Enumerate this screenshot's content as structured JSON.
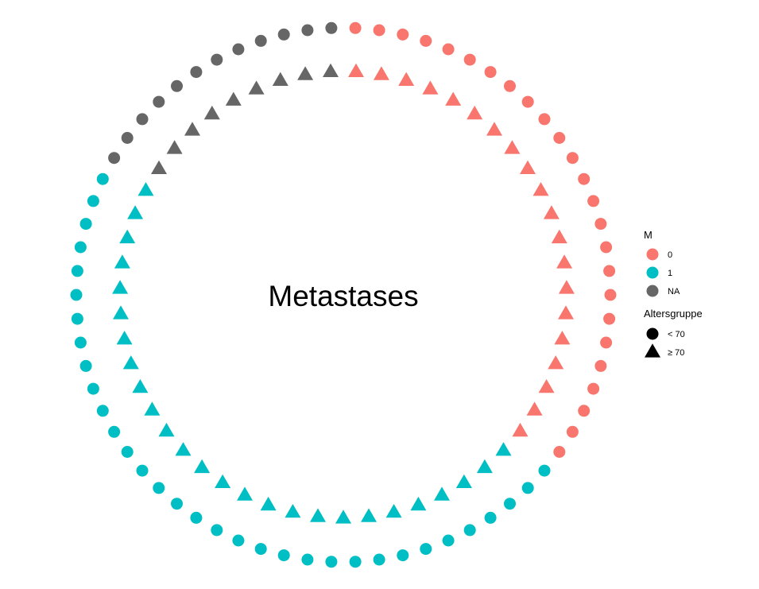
{
  "chart_data": {
    "type": "scatter",
    "title": "Metastases",
    "colors": {
      "0": "#F8766D",
      "1": "#00BFC4",
      "NA": "#666666"
    },
    "rings": [
      {
        "name": "< 70",
        "shape": "circle",
        "points": [
          {
            "M": "0",
            "count": 25
          },
          {
            "M": "1",
            "count": 33
          },
          {
            "M": "NA",
            "count": 12
          }
        ]
      },
      {
        "name": "≥ 70",
        "shape": "triangle",
        "points": [
          {
            "M": "0",
            "count": 20
          },
          {
            "M": "1",
            "count": 26
          },
          {
            "M": "NA",
            "count": 9
          }
        ]
      }
    ],
    "legend": {
      "placement": "right",
      "color_title": "M",
      "color_entries": [
        {
          "label": "0",
          "key": "0"
        },
        {
          "label": "1",
          "key": "1"
        },
        {
          "label": "NA",
          "key": "NA"
        }
      ],
      "shape_title": "Altersgruppe",
      "shape_entries": [
        {
          "label": "< 70",
          "shape": "circle"
        },
        {
          "label": "≥ 70",
          "shape": "triangle"
        }
      ]
    }
  }
}
